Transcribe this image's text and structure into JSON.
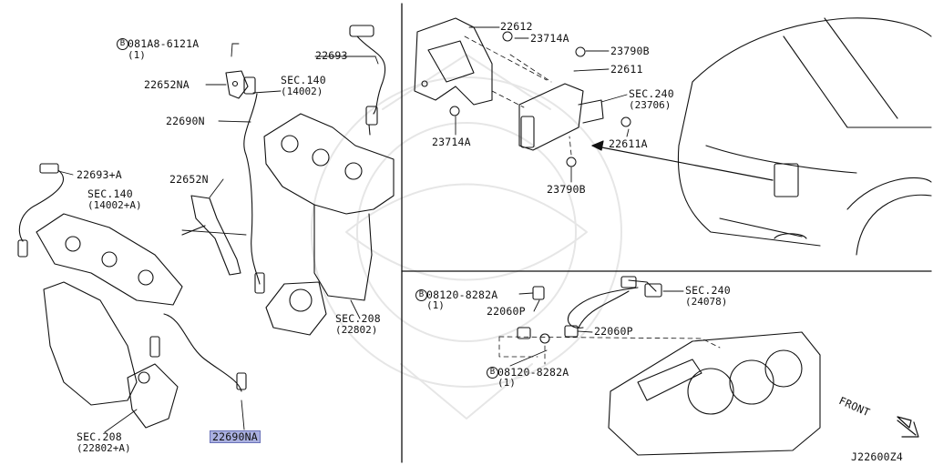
{
  "diagram_id": "J22600Z4",
  "front_label": "FRONT",
  "left_panel": {
    "bolt_a": {
      "marker": "B",
      "code": "081A8-6121A",
      "qty": "(1)"
    },
    "p_22693": "22693",
    "p_22652NA": "22652NA",
    "sec140_a": {
      "code": "SEC.140",
      "ref": "(14002)"
    },
    "p_22690N": "22690N",
    "p_22693A": "22693+A",
    "sec140_b": {
      "code": "SEC.140",
      "ref": "(14002+A)"
    },
    "p_22652N": "22652N",
    "sec208_a": {
      "code": "SEC.208",
      "ref": "(22802)"
    },
    "sec208_b": {
      "code": "SEC.208",
      "ref": "(22802+A)"
    },
    "p_22690NA": "22690NA"
  },
  "top_right_panel": {
    "p_22612": "22612",
    "p_23714A_top": "23714A",
    "p_23790B_top": "23790B",
    "p_22611": "22611",
    "sec240": {
      "code": "SEC.240",
      "ref": "(23706)"
    },
    "p_22611A": "22611A",
    "p_23714A_bottom": "23714A",
    "p_23790B_bottom": "23790B"
  },
  "bottom_right_panel": {
    "bolt_top": {
      "marker": "B",
      "code": "08120-8282A",
      "qty": "(1)"
    },
    "p_22060P_a": "22060P",
    "p_22060P_b": "22060P",
    "sec240": {
      "code": "SEC.240",
      "ref": "(24078)"
    },
    "bolt_bottom": {
      "marker": "B",
      "code": "08120-8282A",
      "qty": "(1)"
    }
  }
}
